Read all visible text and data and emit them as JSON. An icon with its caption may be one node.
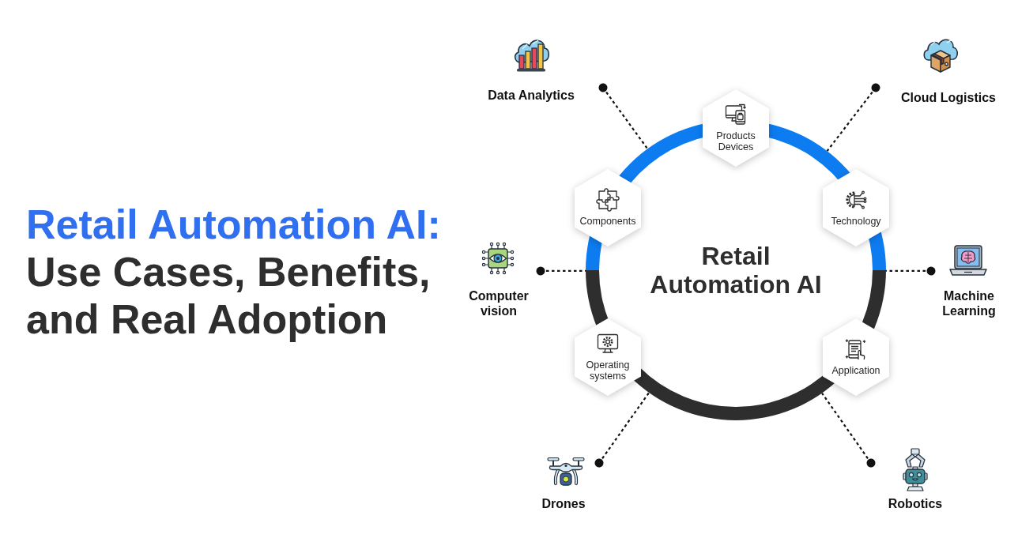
{
  "diagram": {
    "title": "Retail Automation AI: Use Cases, Benefits, and Real Adoption",
    "nodes": [
      {
        "text": [
          "Retail Automation AI"
        ]
      },
      {
        "text": [
          "Data Analytics"
        ]
      },
      {
        "text": [
          "Products Devices"
        ]
      },
      {
        "text": [
          "Cloud Logistics"
        ]
      },
      {
        "text": [
          "Components"
        ]
      },
      {
        "text": [
          "Technology"
        ]
      },
      {
        "text": [
          "Computer vision"
        ]
      },
      {
        "text": [
          "Machine Learning"
        ]
      },
      {
        "text": [
          "Operating systems"
        ]
      },
      {
        "text": [
          "Application"
        ]
      },
      {
        "text": [
          "Drones"
        ]
      },
      {
        "text": [
          "Robotics"
        ]
      }
    ],
    "edges": [
      {
        "from": 1,
        "to": 0,
        "arrow": "other",
        "style": "dashed"
      },
      {
        "from": 3,
        "to": 0,
        "arrow": "other",
        "style": "dashed"
      },
      {
        "from": 6,
        "to": 0,
        "arrow": "other",
        "style": "dashed"
      },
      {
        "from": 7,
        "to": 0,
        "arrow": "other",
        "style": "dashed"
      },
      {
        "from": 10,
        "to": 0,
        "arrow": "other",
        "style": "dashed"
      },
      {
        "from": 11,
        "to": 0,
        "arrow": "other",
        "style": "dashed"
      }
    ]
  }
}
